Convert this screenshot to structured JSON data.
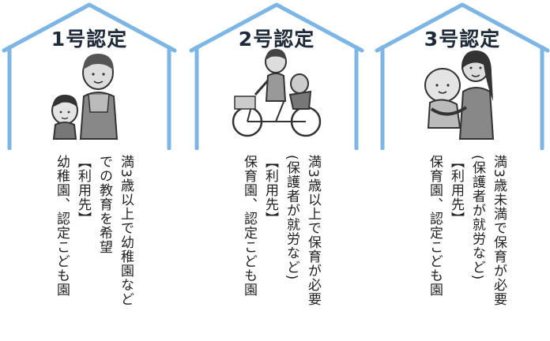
{
  "colors": {
    "house_stroke": "#7cb6e6",
    "title_text": "#1e2a3a",
    "body_text": "#222222"
  },
  "cards": [
    {
      "title": "1号認定",
      "illustration": "mother-and-child-icon",
      "lines": [
        "満3歳以上で幼稚園など",
        "での教育を希望",
        "【利用先】",
        "幼稚園、認定こども園"
      ]
    },
    {
      "title": "2号認定",
      "illustration": "mother-on-bicycle-icon",
      "lines": [
        "満3歳以上で保育が必要",
        "(保護者が就労など)",
        "【利用先】",
        "保育園、認定こども園"
      ]
    },
    {
      "title": "3号認定",
      "illustration": "mother-holding-baby-icon",
      "lines": [
        "満3歳未満で保育が必要",
        "(保護者が就労など)",
        "【利用先】",
        "保育園、認定こども園"
      ]
    }
  ]
}
